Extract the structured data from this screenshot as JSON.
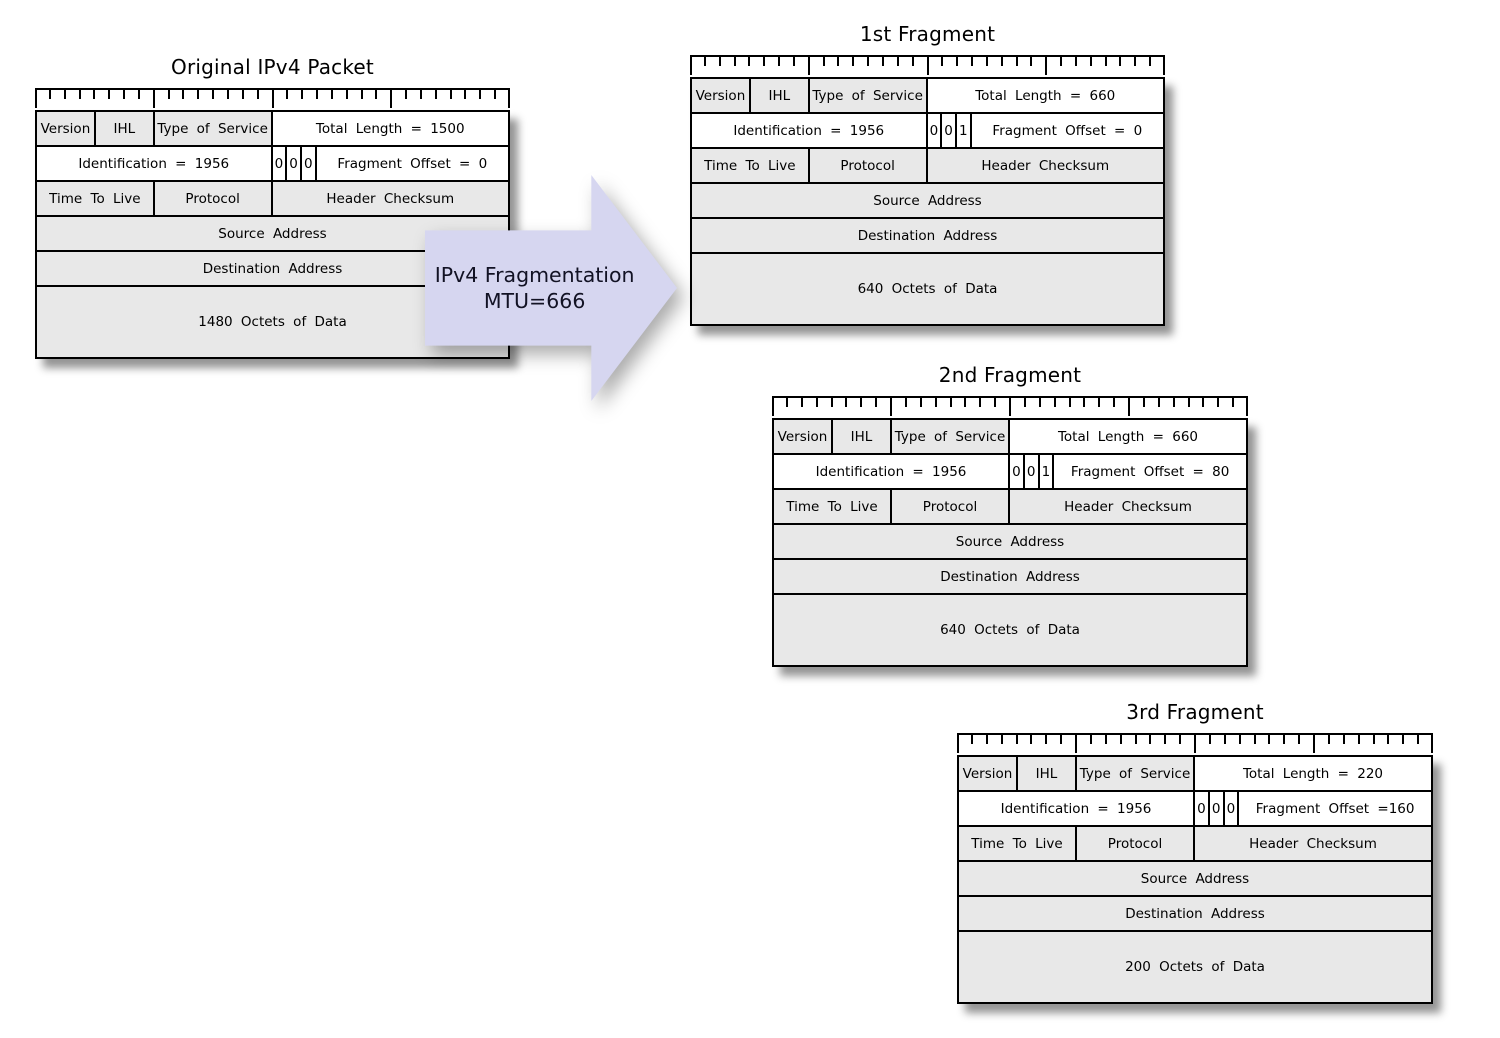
{
  "arrow": {
    "line1": "IPv4 Fragmentation",
    "line2": "MTU=666",
    "fill": "#d6d6f0"
  },
  "colors": {
    "cell_shaded": "#e8e8e8",
    "cell_plain": "#ffffff",
    "border": "#000000",
    "background": "#ffffff"
  },
  "ruler": {
    "bits": 32,
    "major_every": 8
  },
  "packets": [
    {
      "title": "Original IPv4 Packet",
      "fields": {
        "version": "Version",
        "ihl": "IHL",
        "type_of_service": "Type of Service",
        "total_length": "Total Length = 1500",
        "identification": "Identification = 1956",
        "flags": [
          "0",
          "0",
          "0"
        ],
        "fragment_offset": "Fragment Offset = 0",
        "time_to_live": "Time To Live",
        "protocol": "Protocol",
        "header_checksum": "Header Checksum",
        "source_address": "Source Address",
        "destination_address": "Destination Address",
        "payload": "1480 Octets of Data"
      }
    },
    {
      "title": "1st Fragment",
      "fields": {
        "version": "Version",
        "ihl": "IHL",
        "type_of_service": "Type of Service",
        "total_length": "Total Length = 660",
        "identification": "Identification = 1956",
        "flags": [
          "0",
          "0",
          "1"
        ],
        "fragment_offset": "Fragment Offset = 0",
        "time_to_live": "Time To Live",
        "protocol": "Protocol",
        "header_checksum": "Header Checksum",
        "source_address": "Source Address",
        "destination_address": "Destination Address",
        "payload": "640 Octets of Data"
      }
    },
    {
      "title": "2nd Fragment",
      "fields": {
        "version": "Version",
        "ihl": "IHL",
        "type_of_service": "Type of Service",
        "total_length": "Total Length = 660",
        "identification": "Identification = 1956",
        "flags": [
          "0",
          "0",
          "1"
        ],
        "fragment_offset": "Fragment Offset = 80",
        "time_to_live": "Time To Live",
        "protocol": "Protocol",
        "header_checksum": "Header Checksum",
        "source_address": "Source Address",
        "destination_address": "Destination Address",
        "payload": "640 Octets of Data"
      }
    },
    {
      "title": "3rd Fragment",
      "fields": {
        "version": "Version",
        "ihl": "IHL",
        "type_of_service": "Type of Service",
        "total_length": "Total Length = 220",
        "identification": "Identification = 1956",
        "flags": [
          "0",
          "0",
          "0"
        ],
        "fragment_offset": "Fragment Offset =160",
        "time_to_live": "Time To Live",
        "protocol": "Protocol",
        "header_checksum": "Header Checksum",
        "source_address": "Source Address",
        "destination_address": "Destination Address",
        "payload": "200 Octets of Data"
      }
    }
  ]
}
